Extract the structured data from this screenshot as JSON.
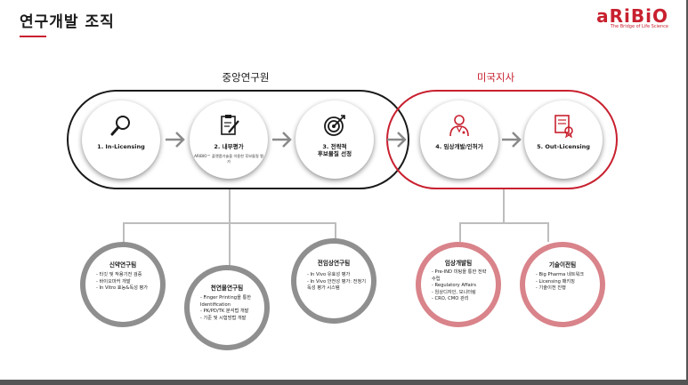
{
  "title": "연구개발 조직",
  "logo": {
    "main": "aRiBiO",
    "sub": "The Bridge of Life Science"
  },
  "sections": {
    "center": "중앙연구원",
    "us": "미국지사"
  },
  "steps": [
    {
      "label": "1. In-Licensing",
      "sub": "",
      "icon": "magnifier-icon"
    },
    {
      "label": "2. 내부평가",
      "sub": "ARIBIO™ 플랫폼기술을 이용한 후보물질 평가",
      "icon": "clipboard-pen-icon"
    },
    {
      "label": "3. 전략적\n후보물질 선정",
      "sub": "",
      "icon": "target-icon"
    },
    {
      "label": "4. 임상개발/인허가",
      "sub": "",
      "icon": "doctor-icon"
    },
    {
      "label": "5. Out-Licensing",
      "sub": "",
      "icon": "certificate-icon"
    }
  ],
  "teams": [
    {
      "name": "신약연구팀",
      "items": [
        "타깃 및 작용기전 검증",
        "바이오마커 개발",
        "In Vitro 효능&독성 평가"
      ]
    },
    {
      "name": "천연물연구팀",
      "items": [
        "Finger Printing을 통한 Identification",
        "PK/PD/TK 분석법 개발",
        "기준 및 시험방법 개발"
      ]
    },
    {
      "name": "전임상연구팀",
      "items": [
        "In Vivo 유효성 평가",
        "In Vivo 안전성 평가: 전청기 독성 평가 시스템"
      ]
    },
    {
      "name": "임상개발팀",
      "items": [
        "Pre-IND 미팅을 통한 전략수립",
        "Regulatory Affairs",
        "임상디자인, 모니터링",
        "CRO, CMO 관리"
      ]
    },
    {
      "name": "기술이전팀",
      "items": [
        "Big Pharma 네트워크",
        "Licensing 패키징",
        "기술이전 진행"
      ]
    }
  ],
  "colors": {
    "accent": "#c8202f",
    "gray_ring": "#8f8f8f",
    "red_ring": "#d9838a"
  }
}
